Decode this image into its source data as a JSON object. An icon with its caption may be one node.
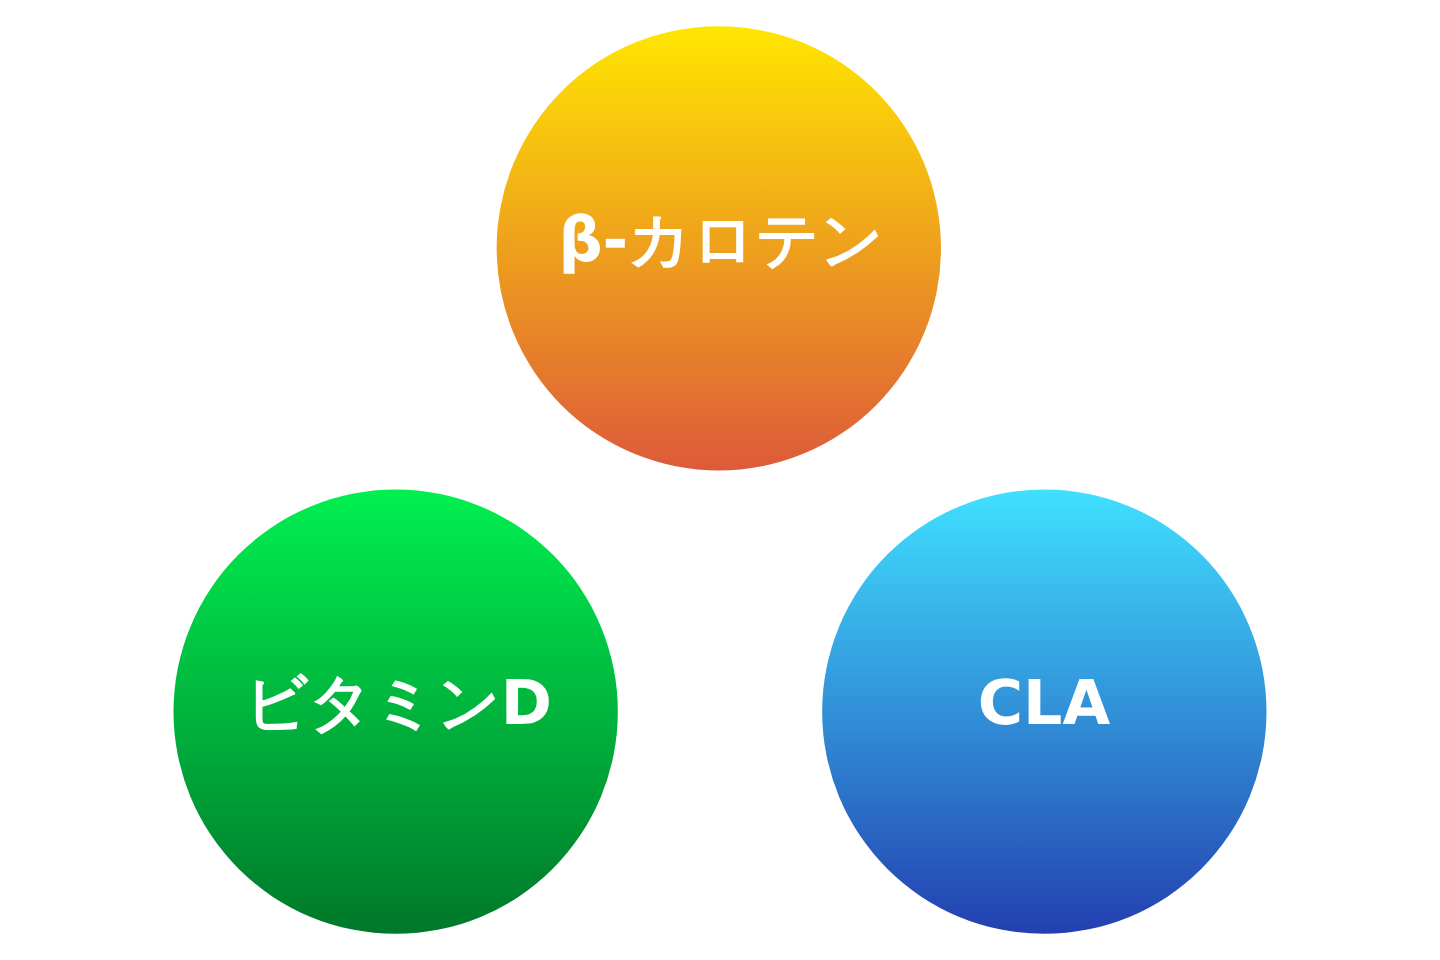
{
  "diagram": {
    "nodes": [
      {
        "text": [
          "β-カロテン"
        ]
      },
      {
        "text": [
          "ビタミンD"
        ]
      },
      {
        "text": [
          "CLA"
        ]
      }
    ]
  }
}
